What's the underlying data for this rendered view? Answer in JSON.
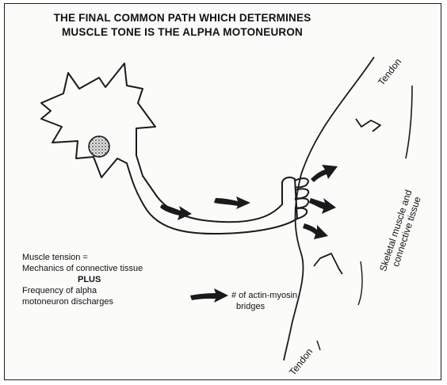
{
  "title": {
    "line1": "THE FINAL COMMON PATH WHICH DETERMINES",
    "line2": "MUSCLE TONE IS THE ALPHA MOTONEURON"
  },
  "labels": {
    "tendon_top": "Tendon",
    "tendon_bottom": "Tendon",
    "muscle_line1": "Skeletal muscle and",
    "muscle_line2": "connective tissue"
  },
  "legend": {
    "line1": "Muscle tension =",
    "line2": "Mechanics of connective tissue",
    "plus": "PLUS",
    "line3": "Frequency of alpha",
    "line4": "motoneuron discharges",
    "result_line1": "# of actin-myosin",
    "result_line2": "bridges"
  },
  "colors": {
    "ink": "#1a1a1a",
    "paper": "#fbfbfa"
  }
}
